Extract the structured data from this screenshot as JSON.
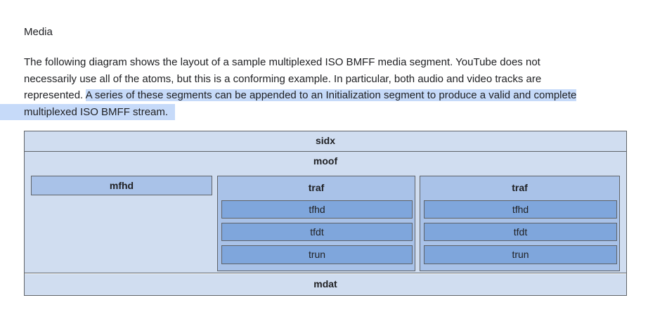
{
  "heading": "Media",
  "paragraph": {
    "line1": "The following diagram shows the layout of a sample multiplexed ISO BMFF media segment. YouTube does not",
    "line2": "necessarily use all of the atoms, but this is a conforming example. In particular, both audio and video tracks are",
    "line3_plain": "represented. ",
    "line3_highlight": "A series of these segments can be appended to an Initialization segment to produce a valid and complete",
    "line4_highlight": "multiplexed ISO BMFF stream."
  },
  "diagram": {
    "sidx": "sidx",
    "moof": "moof",
    "mfhd": "mfhd",
    "traf_left": {
      "title": "traf",
      "tfhd": "tfhd",
      "tfdt": "tfdt",
      "trun": "trun"
    },
    "traf_right": {
      "title": "traf",
      "tfhd": "tfhd",
      "tfdt": "tfdt",
      "trun": "trun"
    },
    "mdat": "mdat"
  },
  "colors": {
    "outer": "#d0ddf0",
    "middle": "#a9c2e8",
    "inner": "#7fa6dc",
    "highlight": "#c6daf9",
    "border": "#5f6368"
  }
}
